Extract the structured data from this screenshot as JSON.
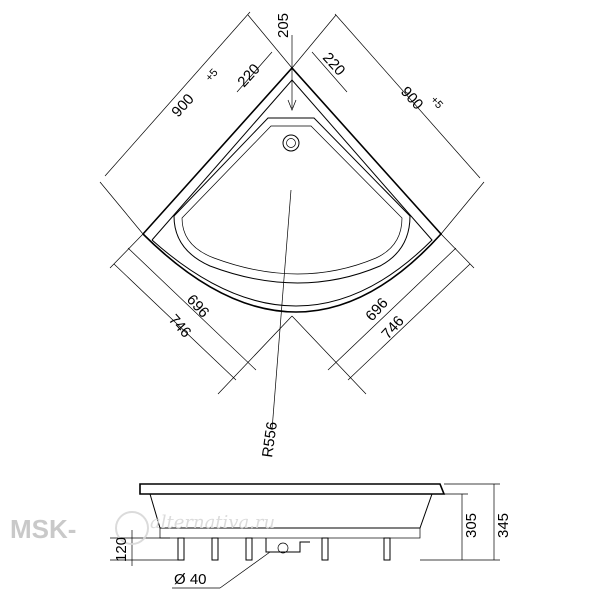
{
  "diagram": {
    "dims": {
      "width_left": "900",
      "width_left_tol": "+5",
      "width_right": "900",
      "width_right_tol": "+5",
      "edge_left": "220",
      "edge_right": "220",
      "drain_offset": "205",
      "inner_left": "696",
      "outer_left": "746",
      "inner_right": "696",
      "outer_right": "746",
      "radius": "R556",
      "height_total": "345",
      "height_tray": "305",
      "height_drain": "120",
      "drain_diameter": "Ø 40"
    },
    "watermark": {
      "brand": "MSK-",
      "script": "alternativa.ru"
    }
  }
}
